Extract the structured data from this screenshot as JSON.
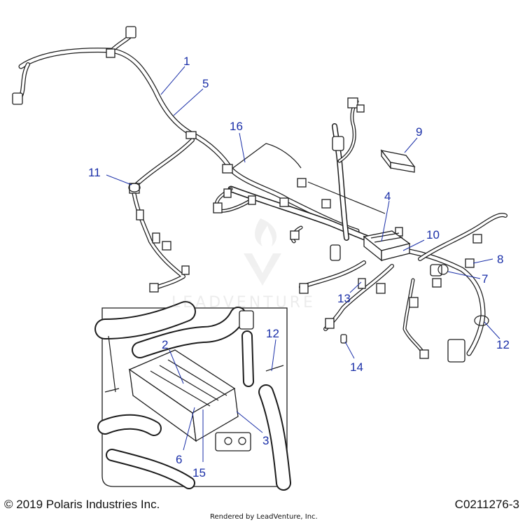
{
  "callouts": {
    "c1": "1",
    "c5": "5",
    "c16": "16",
    "c9": "9",
    "c11": "11",
    "c4": "4",
    "c10": "10",
    "c8": "8",
    "c7": "7",
    "c13": "13",
    "c12a": "12",
    "c12b": "12",
    "c14": "14",
    "c2": "2",
    "c3": "3",
    "c6": "6",
    "c15": "15"
  },
  "watermark": "LEADVENTURE",
  "footer": {
    "copyright": "© 2019 Polaris Industries Inc.",
    "figure_number": "C0211276-3",
    "rendered_by": "Rendered by LeadVenture, Inc."
  },
  "colors": {
    "callout": "#1a2fa8",
    "line": "#1c1c1c"
  }
}
